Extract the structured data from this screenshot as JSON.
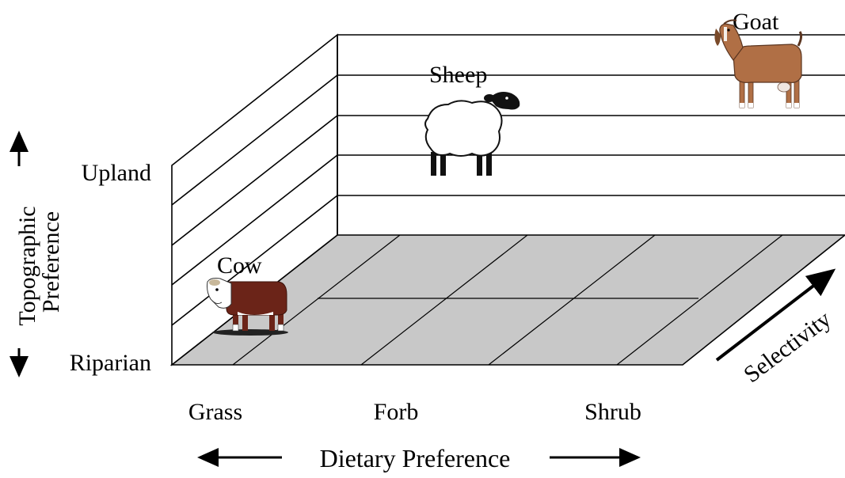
{
  "chart_data": {
    "type": "scatter",
    "projection": "3d-box",
    "axes": {
      "x": {
        "label": "Dietary Preference",
        "categories": [
          "Grass",
          "Forb",
          "Shrub"
        ],
        "arrow": "both"
      },
      "y": {
        "label_lines": [
          "Topographic",
          "Preference"
        ],
        "categories": [
          "Riparian",
          "Upland"
        ],
        "arrow": "both"
      },
      "z": {
        "label": "Selectivity",
        "arrow": "forward"
      }
    },
    "points": [
      {
        "label": "Cow",
        "x": "Grass",
        "y": "Riparian",
        "z": "low",
        "icon": "cow-icon"
      },
      {
        "label": "Sheep",
        "x": "Forb",
        "y": "Upland",
        "z": "high",
        "icon": "sheep-icon"
      },
      {
        "label": "Goat",
        "x": "Shrub",
        "y": "Upland",
        "z": "high",
        "icon": "goat-icon"
      }
    ],
    "colors": {
      "floor": "#c8c8c8",
      "lines": "#000000",
      "cow_body": "#6b2418",
      "sheep_body": "#ffffff",
      "goat_body": "#b06f45"
    },
    "grid": true,
    "legend": "none"
  }
}
